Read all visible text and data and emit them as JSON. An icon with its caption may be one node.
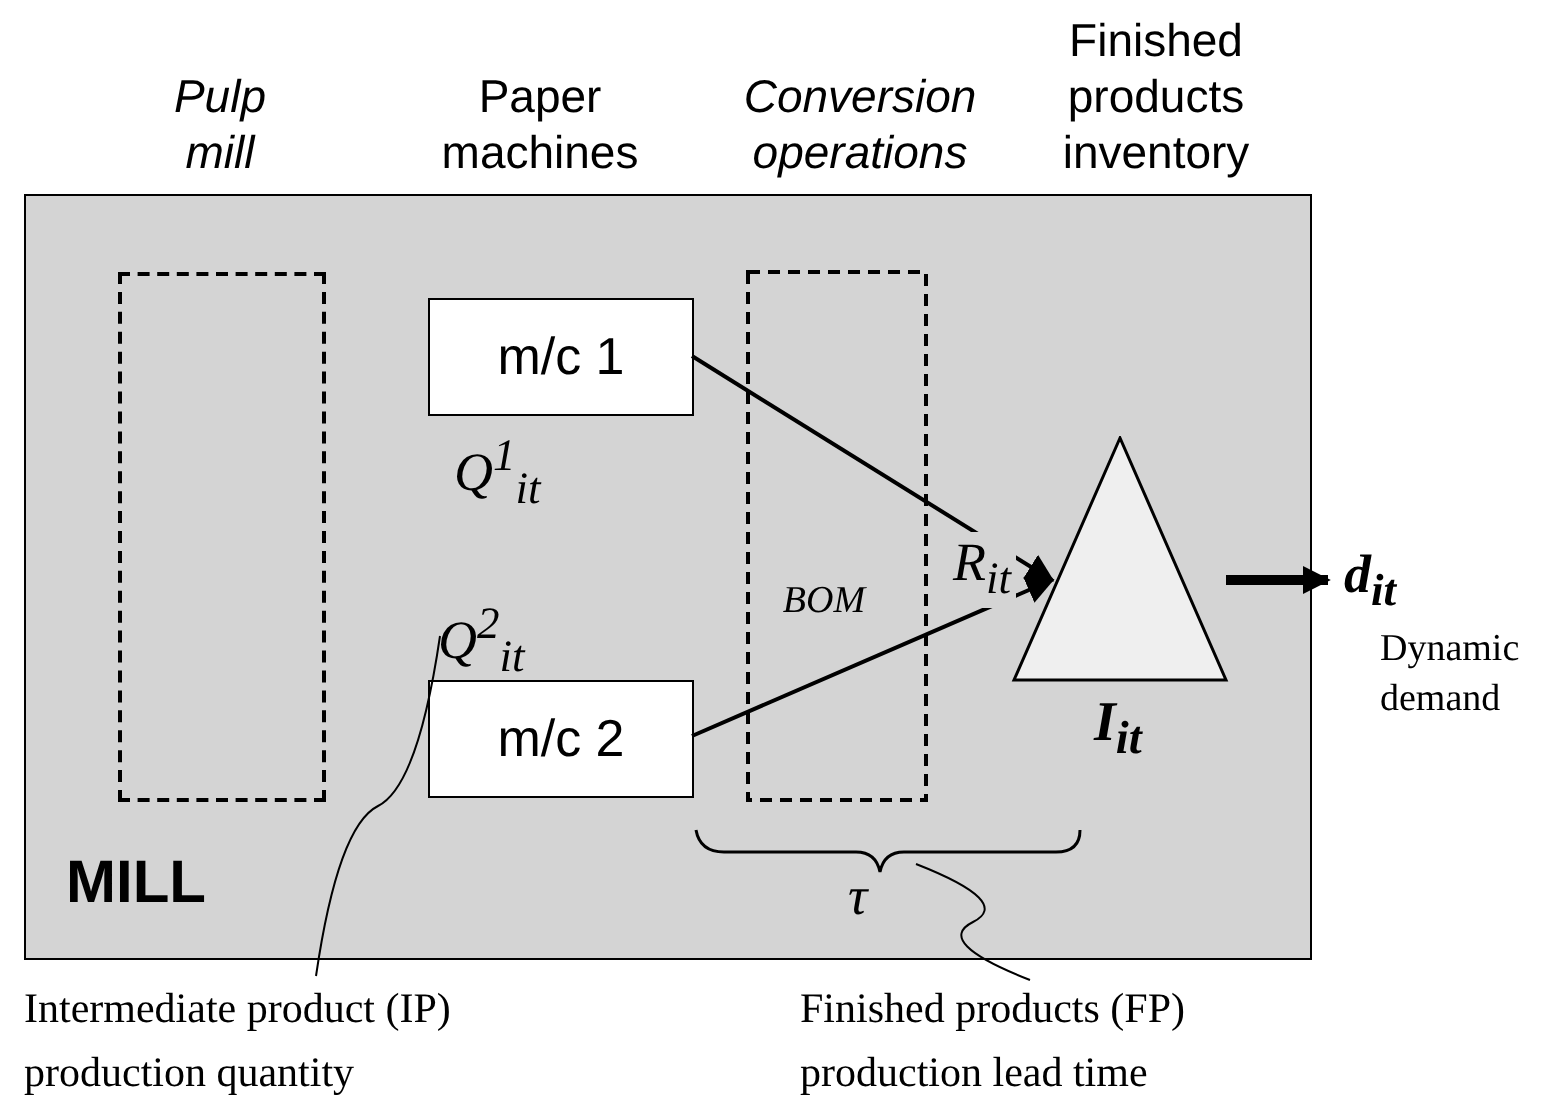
{
  "diagram": {
    "nodes": [
      {
        "text": [
          "MILL"
        ]
      },
      {
        "text": [],
        "shape": "box",
        "in": 0
      },
      {
        "text": [
          "m/c 1"
        ],
        "in": 0,
        "beside": [
          "Q$^{1}$$_{it}$"
        ]
      },
      {
        "text": [
          "I$_{it}$"
        ],
        "in": 0
      },
      {
        "text": [
          "d$_{it}$",
          "Dynamic demand"
        ]
      },
      {
        "text": [
          "Q$^{2}$$_{it}$"
        ],
        "in": 0
      },
      {
        "text": [
          "m/c 2"
        ],
        "in": 0
      },
      {
        "text": [
          "τ"
        ],
        "in": 0
      },
      {
        "text": [
          "Intermediate product (IP) production quantity"
        ]
      },
      {
        "text": [
          "Finished products (FP) production lead time"
        ]
      }
    ],
    "edges": [
      {
        "from": 2,
        "to": 3,
        "arrow": "to"
      },
      {
        "from": 6,
        "to": 3,
        "arrow": "to"
      },
      {
        "from": 3,
        "to": 4,
        "arrow": "to",
        "style": "thick"
      },
      {
        "from": 8,
        "to": 5,
        "arrow": "none"
      },
      {
        "from": 9,
        "to": 7,
        "arrow": "none"
      }
    ],
    "labels": [
      "Pulp mill",
      "Paper machines",
      "Conversion operations",
      "Finished products inventory",
      "R$_{it}$",
      "BOM"
    ]
  }
}
